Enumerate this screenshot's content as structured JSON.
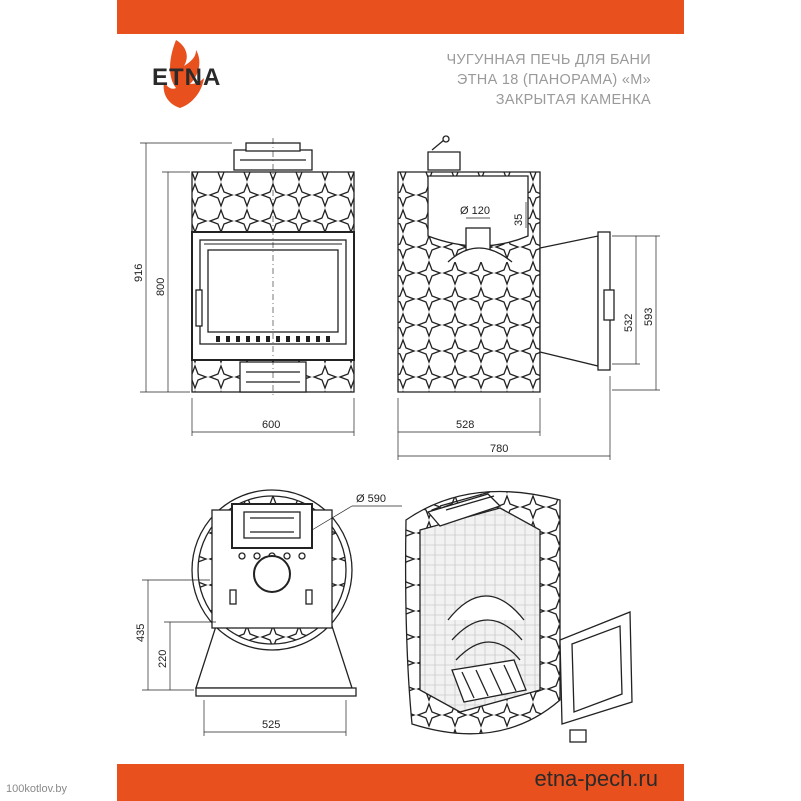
{
  "brand": {
    "name": "ETNA"
  },
  "title": {
    "line1": "ЧУГУННАЯ ПЕЧЬ ДЛЯ БАНИ",
    "line2": "ЭТНА 18 (ПАНОРАМА) «М»",
    "line3": "ЗАКРЫТАЯ КАМЕНКА"
  },
  "footer": {
    "site": "etna-pech.ru"
  },
  "watermark": "100kotlov.by",
  "colors": {
    "accent": "#e8501e",
    "ink": "#2a2a2a",
    "muted": "#9a9a9a"
  },
  "dimensions": {
    "front_total_height": "916",
    "front_body_height": "800",
    "front_width": "600",
    "side_depth": "528",
    "side_total_depth": "780",
    "chimney_diameter": "Ø 120",
    "chimney_offset": "35",
    "door_height": "532",
    "door_total_height": "593",
    "top_diameter": "Ø 590",
    "top_offset": "435",
    "top_offset_small": "220",
    "top_width": "525"
  }
}
